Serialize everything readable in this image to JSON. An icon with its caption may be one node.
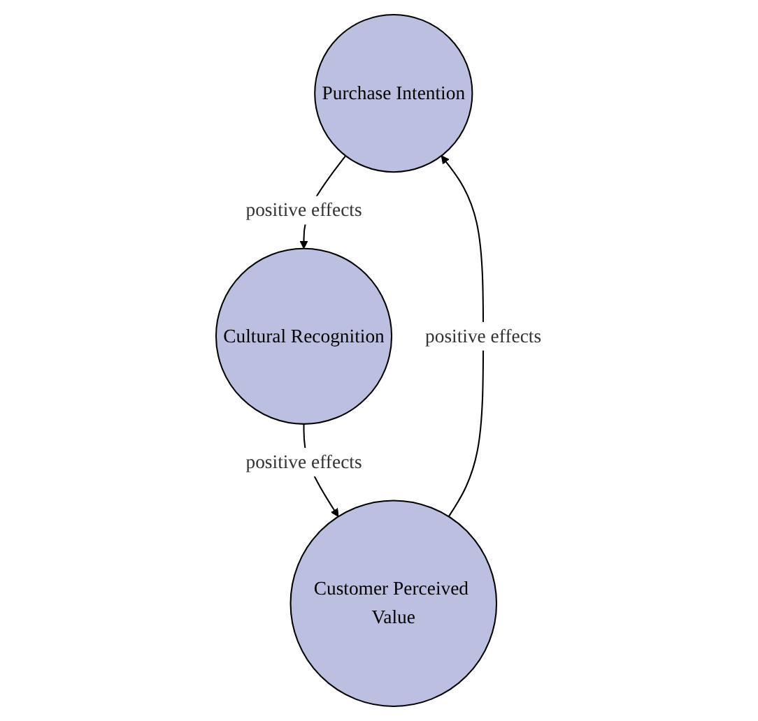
{
  "diagram": {
    "nodes": [
      {
        "text": [
          "Purchase Intention"
        ]
      },
      {
        "text": [
          "Cultural Recognition"
        ]
      },
      {
        "text": [
          "Customer Perceived Value"
        ]
      }
    ],
    "edges": [
      {
        "from": 0,
        "to": 1,
        "arrow": "to",
        "label": "positive effects"
      },
      {
        "from": 1,
        "to": 2,
        "arrow": "to",
        "label": "positive effects"
      },
      {
        "from": 2,
        "to": 0,
        "arrow": "to",
        "label": "positive effects"
      }
    ]
  }
}
